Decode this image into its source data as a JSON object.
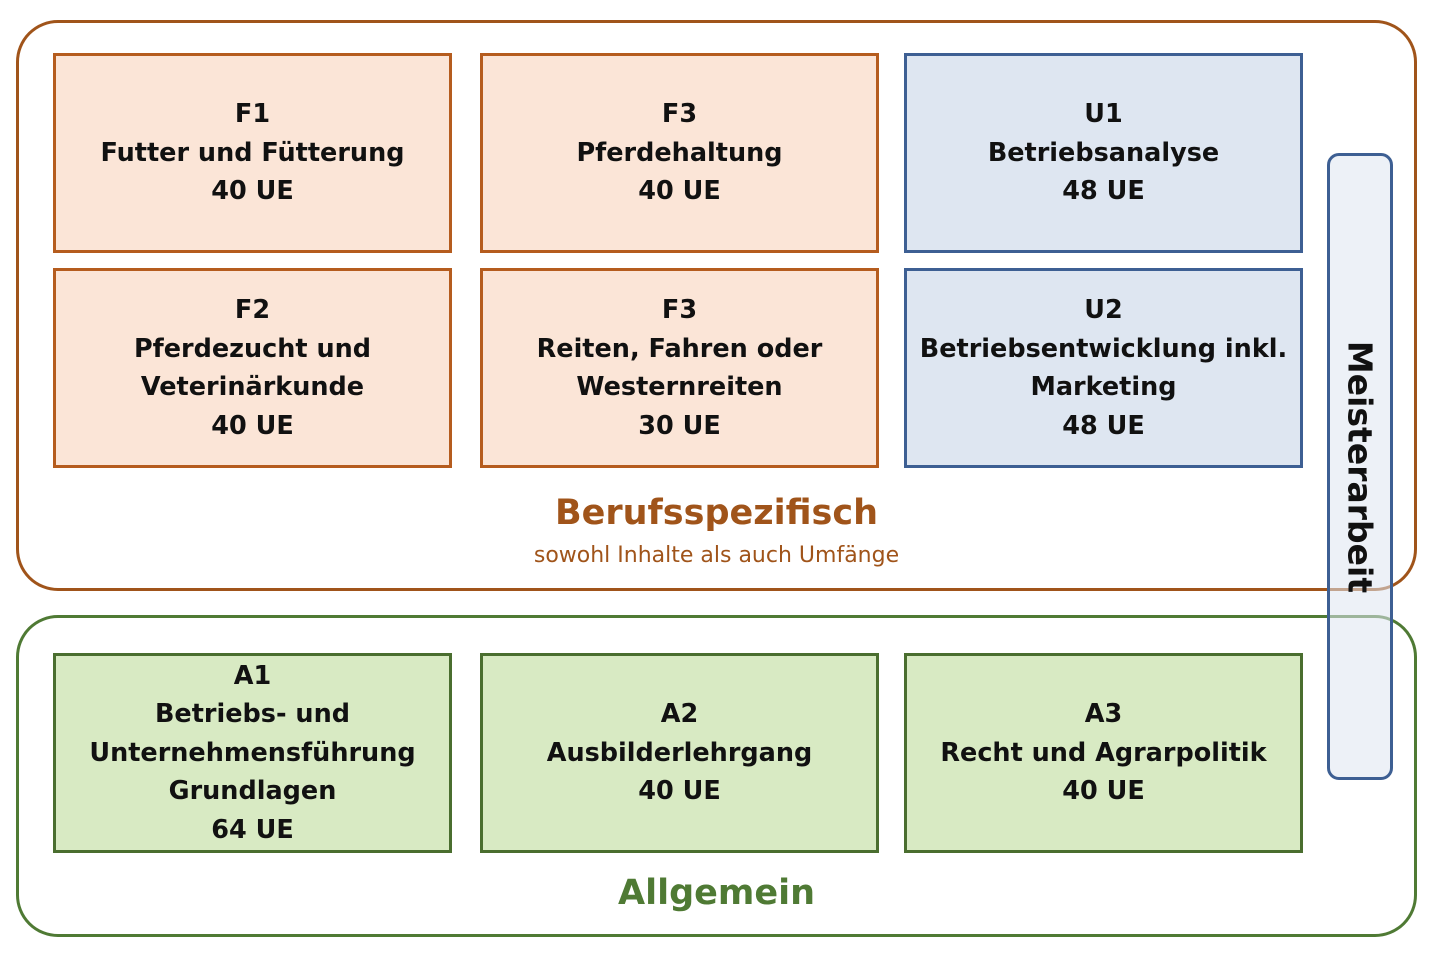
{
  "groups": {
    "berufsspezifisch": {
      "title": "Berufsspezifisch",
      "subtitle": "sowohl Inhalte als auch Umfänge"
    },
    "allgemein": {
      "title": "Allgemein"
    }
  },
  "meisterarbeit": "Meisterarbeit",
  "modules": {
    "f1": {
      "code": "F1",
      "lines": [
        "Futter und Fütterung"
      ],
      "ue": "40 UE"
    },
    "f3a": {
      "code": "F3",
      "lines": [
        "Pferdehaltung"
      ],
      "ue": "40 UE"
    },
    "u1": {
      "code": "U1",
      "lines": [
        "Betriebsanalyse"
      ],
      "ue": "48 UE"
    },
    "f2": {
      "code": "F2",
      "lines": [
        "Pferdezucht und",
        "Veterinärkunde"
      ],
      "ue": "40 UE"
    },
    "f3b": {
      "code": "F3",
      "lines": [
        "Reiten, Fahren oder",
        "Westernreiten"
      ],
      "ue": "30 UE"
    },
    "u2": {
      "code": "U2",
      "lines": [
        "Betriebsentwicklung inkl.",
        "Marketing"
      ],
      "ue": "48 UE"
    },
    "a1": {
      "code": "A1",
      "lines": [
        "Betriebs- und",
        "Unternehmensführung",
        "Grundlagen"
      ],
      "ue": "64 UE"
    },
    "a2": {
      "code": "A2",
      "lines": [
        "Ausbilderlehrgang"
      ],
      "ue": "40 UE"
    },
    "a3": {
      "code": "A3",
      "lines": [
        "Recht und Agrarpolitik"
      ],
      "ue": "40 UE"
    }
  },
  "colors": {
    "beruf_border": "#a0541a",
    "allg_border": "#4f7a34",
    "f_fill": "#fbe5d7",
    "u_fill": "#dee6f1",
    "a_fill": "#d8eac3"
  }
}
